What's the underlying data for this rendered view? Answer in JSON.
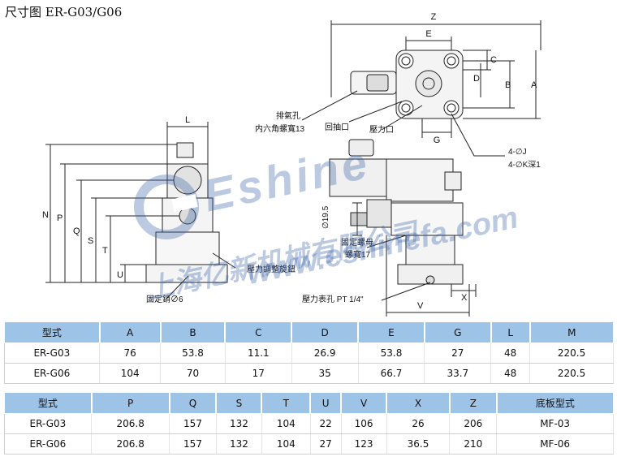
{
  "title": "尺寸图 ER-G03/G06",
  "drawing_labels": {
    "dim_z": "Z",
    "dim_e": "E",
    "dim_c": "C",
    "dim_d": "D",
    "dim_b": "B",
    "dim_a": "A",
    "dim_g": "G",
    "dim_l": "L",
    "dim_n": "N",
    "dim_p": "P",
    "dim_q": "Q",
    "dim_s": "S",
    "dim_t": "T",
    "dim_u": "U",
    "dim_x": "X",
    "dim_v": "V",
    "exhaust_hole": "排氣孔",
    "hex_nut": "内六角螺寬13",
    "return_port": "回抽口",
    "pressure_port": "壓力口",
    "bolt_j": "4-∅J",
    "bolt_k": "4-∅K深1",
    "dia_19_5": "∅19.5",
    "fixed_nut": "固定螺母",
    "nut_width": "螺寬17",
    "pressure_adjust_knob": "壓力調整旋鈕",
    "locating_pin": "固定銷∅6",
    "gauge_port": "壓力表孔 PT 1/4\""
  },
  "watermark": {
    "brand": "Eshine",
    "company": "上海亿新机械有限公司",
    "url": "www.eshinefa.com"
  },
  "table1": {
    "headers": [
      "型式",
      "A",
      "B",
      "C",
      "D",
      "E",
      "G",
      "L",
      "M"
    ],
    "rows": [
      [
        "ER-G03",
        "76",
        "53.8",
        "11.1",
        "26.9",
        "53.8",
        "27",
        "48",
        "220.5"
      ],
      [
        "ER-G06",
        "104",
        "70",
        "17",
        "35",
        "66.7",
        "33.7",
        "48",
        "220.5"
      ]
    ]
  },
  "table2": {
    "headers": [
      "型式",
      "P",
      "Q",
      "S",
      "T",
      "U",
      "V",
      "X",
      "Z",
      "底板型式"
    ],
    "rows": [
      [
        "ER-G03",
        "206.8",
        "157",
        "132",
        "104",
        "22",
        "106",
        "26",
        "206",
        "MF-03"
      ],
      [
        "ER-G06",
        "206.8",
        "157",
        "132",
        "104",
        "27",
        "123",
        "36.5",
        "210",
        "MF-06"
      ]
    ]
  }
}
